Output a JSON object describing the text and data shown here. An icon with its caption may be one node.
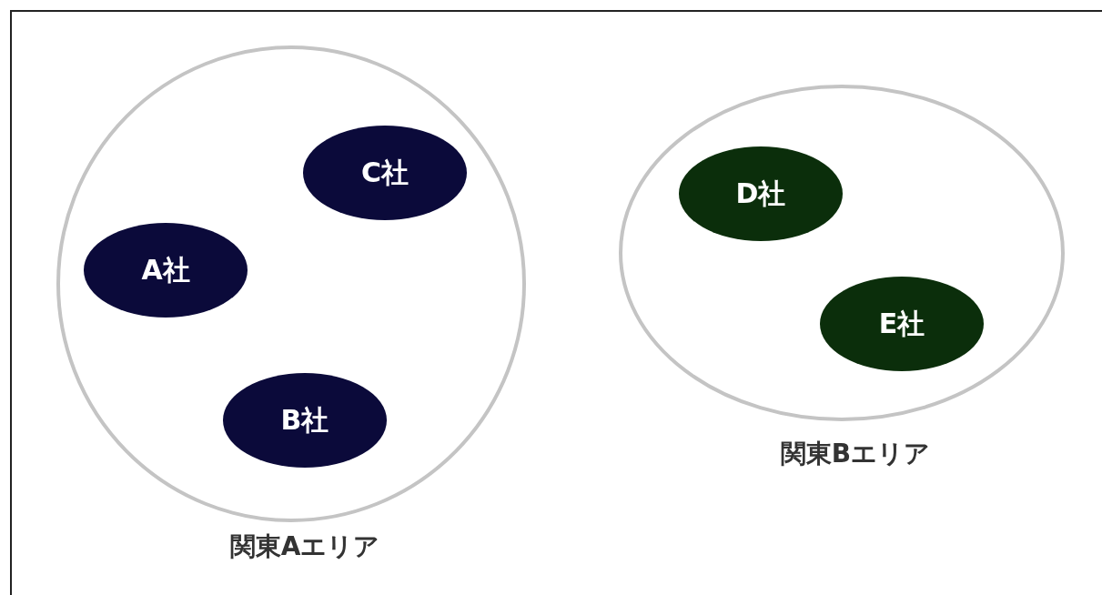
{
  "diagram": {
    "nodes": [
      {
        "text": [
          "関東Aエリア"
        ]
      },
      {
        "text": [
          "C社"
        ],
        "in": 0
      },
      {
        "text": [
          "A社"
        ],
        "in": 0
      },
      {
        "text": [
          "B社"
        ],
        "in": 0
      },
      {
        "text": [
          "関東Bエリア"
        ]
      },
      {
        "text": [
          "D社"
        ],
        "in": 4
      },
      {
        "text": [
          "E社"
        ],
        "in": 4
      }
    ]
  }
}
